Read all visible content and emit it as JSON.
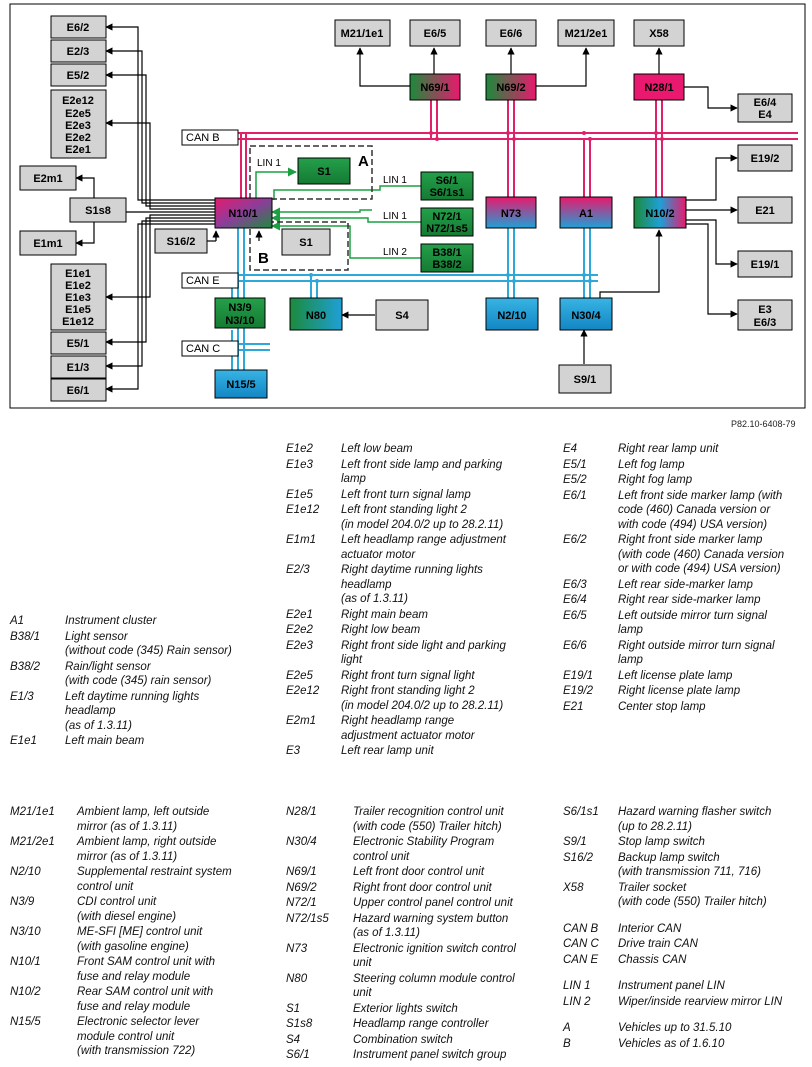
{
  "diagram": {
    "boxes": {
      "e6_2": "E6/2",
      "e2_3": "E2/3",
      "e5_2": "E5/2",
      "e2e_group": [
        "E2e12",
        "E2e5",
        "E2e3",
        "E2e2",
        "E2e1"
      ],
      "e2m1": "E2m1",
      "s1s8": "S1s8",
      "e1m1": "E1m1",
      "s16_2": "S16/2",
      "e1e_group": [
        "E1e1",
        "E1e2",
        "E1e3",
        "E1e5",
        "E1e12"
      ],
      "e5_1": "E5/1",
      "e1_3": "E1/3",
      "e6_1": "E6/1",
      "m21_1e1": "M21/1e1",
      "e6_5": "E6/5",
      "e6_6": "E6/6",
      "m21_2e1": "M21/2e1",
      "x58": "X58",
      "n69_1": "N69/1",
      "n69_2": "N69/2",
      "n28_1": "N28/1",
      "e6_4_e4": [
        "E6/4",
        "E4"
      ],
      "e19_2": "E19/2",
      "e21": "E21",
      "e19_1": "E19/1",
      "e3_e6_3": [
        "E3",
        "E6/3"
      ],
      "n10_1": "N10/1",
      "n10_2": "N10/2",
      "n73": "N73",
      "a1": "A1",
      "s1_a": "S1",
      "s1_b": "S1",
      "s6_1": [
        "S6/1",
        "S6/1s1"
      ],
      "n72_1": [
        "N72/1",
        "N72/1s5"
      ],
      "b38": [
        "B38/1",
        "B38/2"
      ],
      "n3": [
        "N3/9",
        "N3/10"
      ],
      "n80": "N80",
      "s4": "S4",
      "n2_10": "N2/10",
      "n30_4": "N30/4",
      "s9_1": "S9/1",
      "n15_5": "N15/5"
    },
    "bus_labels": {
      "can_b": "CAN B",
      "can_e": "CAN E",
      "can_c": "CAN C"
    },
    "lin_labels": {
      "lin1_a": "LIN 1",
      "lin1_b": "LIN 1",
      "lin1_c": "LIN 1",
      "lin2": "LIN 2"
    },
    "region_labels": {
      "a": "A",
      "b": "B"
    },
    "reference": "P82.10-6408-79",
    "colors": {
      "can_b": "#e0206a",
      "can_e": "#2ea8d8",
      "can_c": "#2ea8d8",
      "lin": "#1aa040",
      "box_gray": "#d3d3d3",
      "green": "#1c8a3c",
      "blue": "#1ea0d6",
      "magenta": "#e8196e"
    }
  },
  "legend": {
    "col1_top": [
      {
        "code": "A1",
        "desc": "Instrument cluster"
      },
      {
        "code": "B38/1",
        "desc": "Light sensor\n(without code (345) Rain sensor)"
      },
      {
        "code": "B38/2",
        "desc": "Rain/light sensor\n(with code (345) rain sensor)"
      },
      {
        "code": "E1/3",
        "desc": "Left daytime running lights\nheadlamp\n(as of 1.3.11)"
      },
      {
        "code": "E1e1",
        "desc": "Left main beam"
      }
    ],
    "col2_top": [
      {
        "code": "E1e2",
        "desc": "Left low beam"
      },
      {
        "code": "E1e3",
        "desc": "Left front side lamp and parking\nlamp"
      },
      {
        "code": "E1e5",
        "desc": "Left front turn signal lamp"
      },
      {
        "code": "E1e12",
        "desc": "Left front standing light 2\n(in model 204.0/2 up to 28.2.11)"
      },
      {
        "code": "E1m1",
        "desc": "Left headlamp range adjustment\nactuator motor"
      },
      {
        "code": "E2/3",
        "desc": "Right daytime running lights\nheadlamp\n(as of 1.3.11)"
      },
      {
        "code": "E2e1",
        "desc": "Right main beam"
      },
      {
        "code": "E2e2",
        "desc": "Right low beam"
      },
      {
        "code": "E2e3",
        "desc": "Right front side light and parking\nlight"
      },
      {
        "code": "E2e5",
        "desc": "Right front turn signal light"
      },
      {
        "code": "E2e12",
        "desc": "Right front standing light 2\n(in model 204.0/2 up to 28.2.11)"
      },
      {
        "code": "E2m1",
        "desc": "Right headlamp range\nadjustment actuator motor"
      },
      {
        "code": "E3",
        "desc": "Left rear lamp unit"
      }
    ],
    "col3_top": [
      {
        "code": "E4",
        "desc": "Right rear lamp unit"
      },
      {
        "code": "E5/1",
        "desc": "Left fog lamp"
      },
      {
        "code": "E5/2",
        "desc": "Right fog lamp"
      },
      {
        "code": "E6/1",
        "desc": "Left front side marker lamp (with\ncode (460) Canada version or\nwith code (494) USA version)"
      },
      {
        "code": "E6/2",
        "desc": "Right front side marker lamp\n(with code (460) Canada version\nor with code (494) USA version)"
      },
      {
        "code": "E6/3",
        "desc": "Left rear side-marker lamp"
      },
      {
        "code": "E6/4",
        "desc": "Right rear side-marker lamp"
      },
      {
        "code": "E6/5",
        "desc": "Left outside mirror turn signal\nlamp"
      },
      {
        "code": "E6/6",
        "desc": "Right outside mirror turn signal\nlamp"
      },
      {
        "code": "E19/1",
        "desc": "Left license plate lamp"
      },
      {
        "code": "E19/2",
        "desc": "Right license plate lamp"
      },
      {
        "code": "E21",
        "desc": "Center stop lamp"
      }
    ],
    "col1_bottom": [
      {
        "code": "M21/1e1",
        "desc": "Ambient lamp, left outside\nmirror (as of 1.3.11)"
      },
      {
        "code": "M21/2e1",
        "desc": "Ambient lamp, right outside\nmirror (as of 1.3.11)"
      },
      {
        "code": "N2/10",
        "desc": "Supplemental restraint system\ncontrol unit"
      },
      {
        "code": "N3/9",
        "desc": "CDI control unit\n(with diesel engine)"
      },
      {
        "code": "N3/10",
        "desc": "ME-SFI [ME] control unit\n(with gasoline engine)"
      },
      {
        "code": "N10/1",
        "desc": "Front SAM control unit with\nfuse and relay module"
      },
      {
        "code": "N10/2",
        "desc": "Rear SAM control unit with\nfuse and relay module"
      },
      {
        "code": "N15/5",
        "desc": "Electronic selector lever\nmodule control unit\n(with transmission 722)"
      }
    ],
    "col2_bottom": [
      {
        "code": "N28/1",
        "desc": "Trailer recognition control unit\n(with code (550) Trailer hitch)"
      },
      {
        "code": "N30/4",
        "desc": "Electronic Stability Program\ncontrol unit"
      },
      {
        "code": "N69/1",
        "desc": "Left front door control unit"
      },
      {
        "code": "N69/2",
        "desc": "Right front door control unit"
      },
      {
        "code": "N72/1",
        "desc": "Upper control panel control unit"
      },
      {
        "code": "N72/1s5",
        "desc": "Hazard warning system button\n(as of 1.3.11)"
      },
      {
        "code": "N73",
        "desc": "Electronic ignition switch control\nunit"
      },
      {
        "code": "N80",
        "desc": "Steering column module control\nunit"
      },
      {
        "code": "S1",
        "desc": "Exterior lights switch"
      },
      {
        "code": "S1s8",
        "desc": "Headlamp range controller"
      },
      {
        "code": "S4",
        "desc": "Combination switch"
      },
      {
        "code": "S6/1",
        "desc": "Instrument panel switch group"
      }
    ],
    "col3_bottom_a": [
      {
        "code": "S6/1s1",
        "desc": "Hazard warning flasher switch\n(up to 28.2.11)"
      },
      {
        "code": "S9/1",
        "desc": "Stop lamp switch"
      },
      {
        "code": "S16/2",
        "desc": "Backup lamp switch\n(with transmission 711, 716)"
      },
      {
        "code": "X58",
        "desc": "Trailer socket\n(with code (550) Trailer hitch)"
      }
    ],
    "col3_bottom_b": [
      {
        "code": "CAN B",
        "desc": "Interior CAN"
      },
      {
        "code": "CAN C",
        "desc": "Drive train CAN"
      },
      {
        "code": "CAN E",
        "desc": "Chassis CAN"
      }
    ],
    "col3_bottom_c": [
      {
        "code": "LIN 1",
        "desc": "Instrument panel LIN"
      },
      {
        "code": "LIN 2",
        "desc": "Wiper/inside rearview mirror LIN"
      }
    ],
    "col3_bottom_d": [
      {
        "code": "A",
        "desc": "Vehicles up to 31.5.10"
      },
      {
        "code": "B",
        "desc": "Vehicles as of 1.6.10"
      }
    ]
  }
}
